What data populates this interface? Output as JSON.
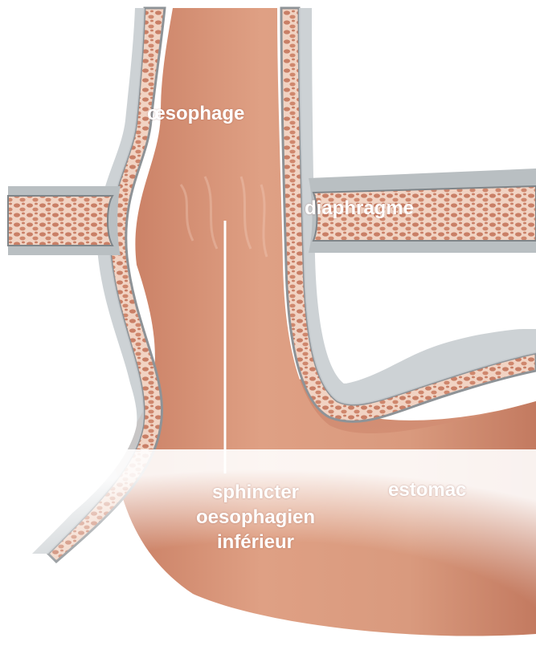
{
  "labels": {
    "oesophagus": "œsophage",
    "diaphragm": "diaphragme",
    "stomach": "estomac",
    "sphincter": [
      "sphincter",
      "oesophagien",
      "inférieur"
    ]
  },
  "colors": {
    "tissue": "#d48e73",
    "tissue_light": "#e9b7a1",
    "wall": "#c47e67",
    "membrane": "#9aa0a3",
    "label_text": "#ffffff",
    "pointer_line": "#ffffff"
  }
}
